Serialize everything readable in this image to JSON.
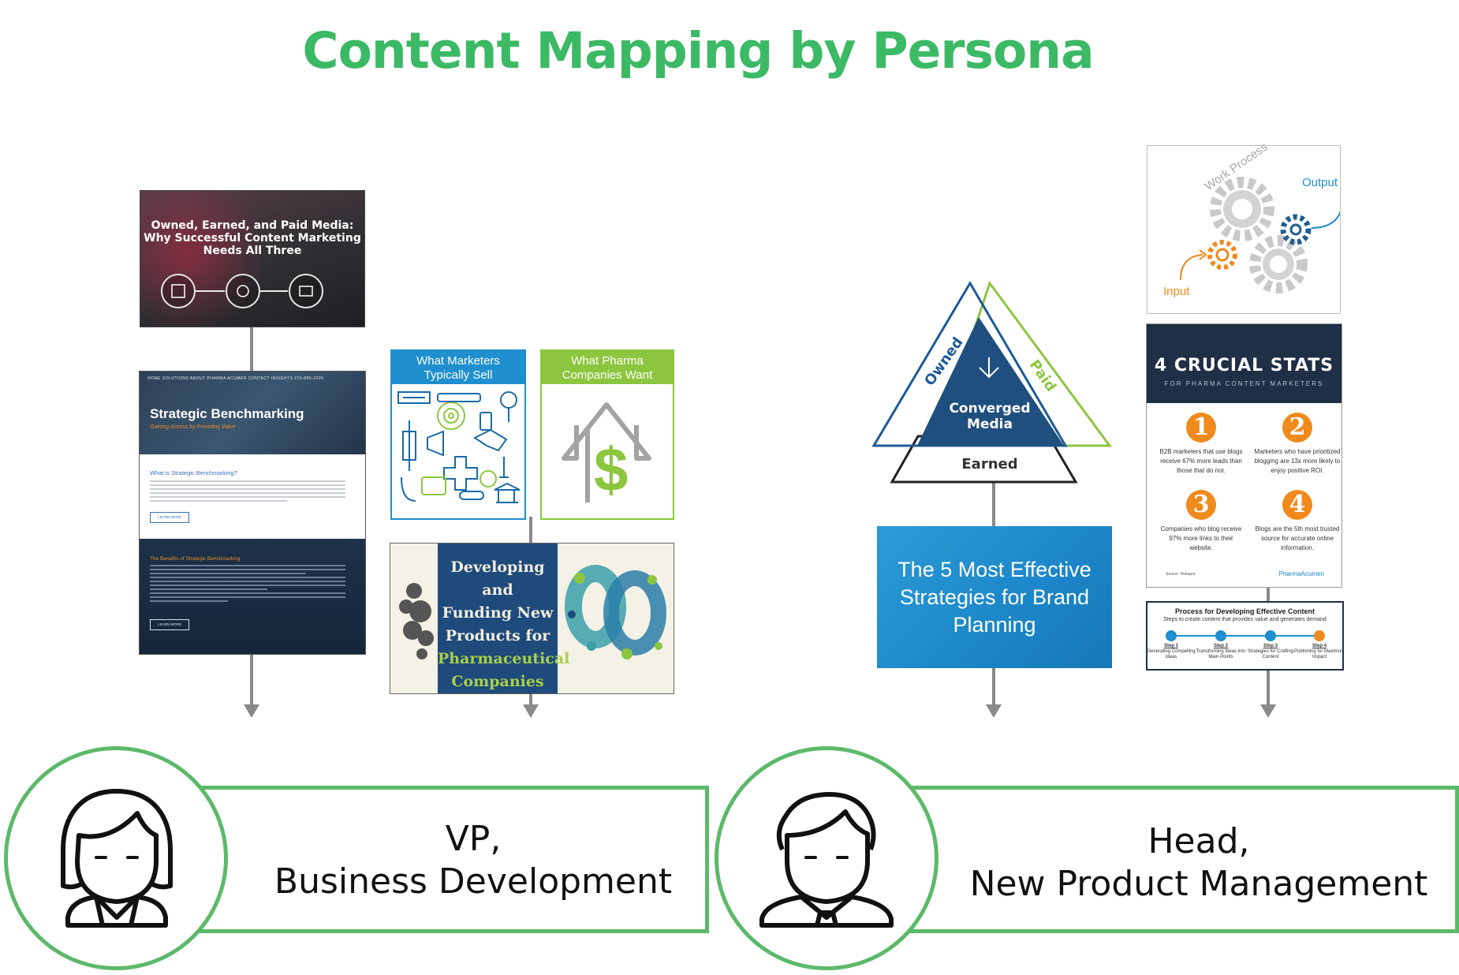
{
  "title": "Content Mapping by Persona",
  "colors": {
    "accent_green": "#3cb965",
    "persona_border": "#5cb96a",
    "connector": "#8a8a8a"
  },
  "cards": {
    "oep": {
      "headline": [
        "Owned, Earned, and Paid Media:",
        "Why Successful Content Marketing",
        "Needs All Three"
      ]
    },
    "benchmark": {
      "nav": "HOME   SOLUTIONS   ABOUT          PHARMA ACUMEN          CONTACT   INSIGHTS   215-885-2225",
      "title": "Strategic Benchmarking",
      "subtitle": "Gaining Access by Providing Value",
      "question": "What is Strategic Benchmarking?",
      "button": "LEARN MORE",
      "benefits": "The Benefits of Strategic Benchmarking",
      "button2": "LEARN MORE"
    },
    "marketers": {
      "line1": "What Marketers",
      "line2": "Typically Sell"
    },
    "pharma": {
      "line1": "What Pharma",
      "line2": "Companies Want",
      "dollar": "$"
    },
    "developing": {
      "lines": [
        "Developing and",
        "Funding New",
        "Products for"
      ],
      "highlight": "Pharmaceutical",
      "last": "Companies"
    },
    "triangle": {
      "owned": "Owned",
      "paid": "Paid",
      "center1": "Converged",
      "center2": "Media",
      "earned": "Earned"
    },
    "five": {
      "lines": [
        "The 5 Most Effective",
        "Strategies for Brand",
        "Planning"
      ]
    },
    "work": {
      "process": "Work Process",
      "output": "Output",
      "input": "Input"
    },
    "stats": {
      "title": "4 CRUCIAL STATS",
      "subtitle": "FOR PHARMA CONTENT MARKETERS",
      "items": [
        {
          "num": "1",
          "text": "B2B marketers that use blogs receive 67% more leads than those that do not."
        },
        {
          "num": "2",
          "text": "Marketers who have prioritized blogging are 13x more likely to enjoy positive ROI."
        },
        {
          "num": "3",
          "text": "Companies who blog receive 97% more links to their website."
        },
        {
          "num": "4",
          "text": "Blogs are the 5th most trusted source for accurate online information."
        }
      ],
      "source": "Source: Hubspot",
      "brand": "PharmaAcumen"
    },
    "process": {
      "title": "Process for Developing Effective Content",
      "subtitle": "Steps to create content that provides value and generates demand",
      "steps": [
        {
          "label": "Step 1",
          "desc": "Generating Compelling Ideas"
        },
        {
          "label": "Step 2",
          "desc": "Transforming Ideas into Main Points"
        },
        {
          "label": "Step 3",
          "desc": "Strategies for Crafting Content"
        },
        {
          "label": "Step 4",
          "desc": "Publishing for Maximum Impact"
        }
      ]
    }
  },
  "personas": [
    {
      "line1": "VP,",
      "line2": "Business Development",
      "icon": "female-user-icon"
    },
    {
      "line1": "Head,",
      "line2": "New Product Management",
      "icon": "male-user-icon"
    }
  ]
}
